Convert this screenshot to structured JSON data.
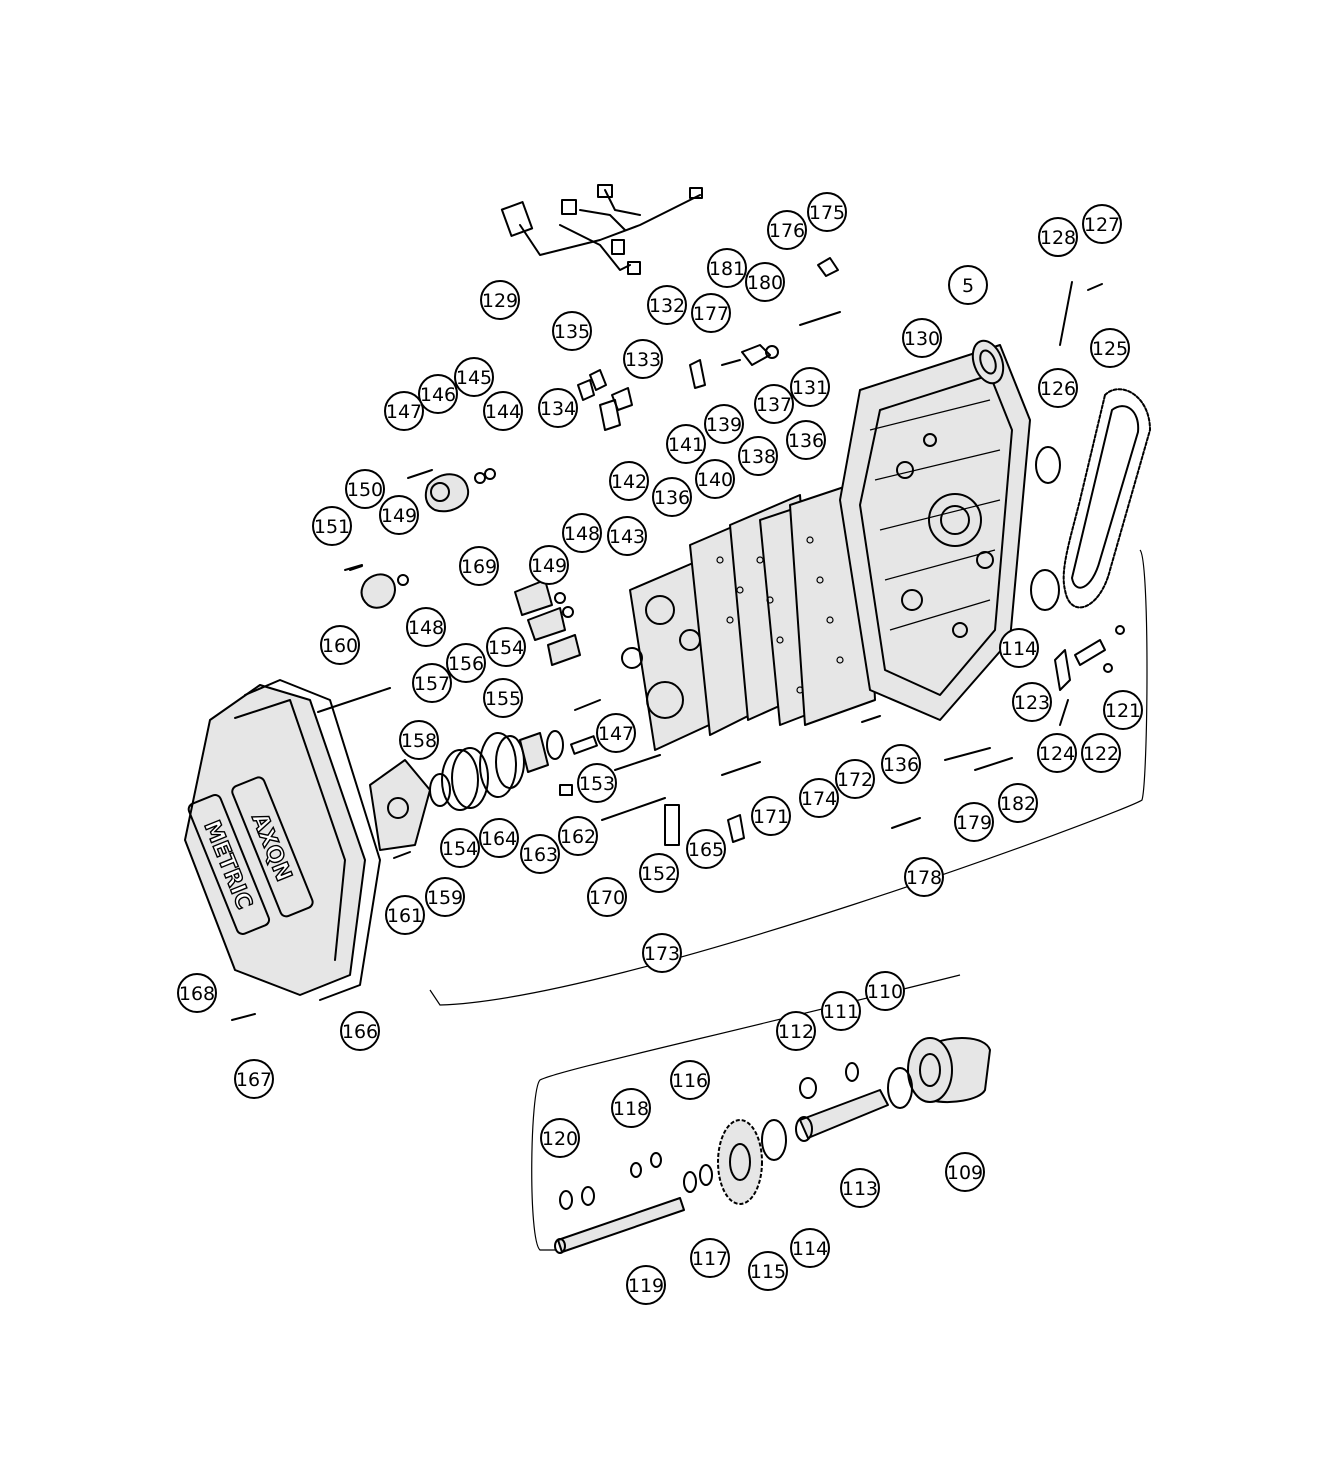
{
  "callouts": [
    {
      "label": "129"
    },
    {
      "label": "175"
    },
    {
      "label": "176"
    },
    {
      "label": "128"
    },
    {
      "label": "127"
    },
    {
      "label": "181"
    },
    {
      "label": "180"
    },
    {
      "label": "5"
    },
    {
      "label": "130"
    },
    {
      "label": "125"
    },
    {
      "label": "132"
    },
    {
      "label": "177"
    },
    {
      "label": "135"
    },
    {
      "label": "133"
    },
    {
      "label": "131"
    },
    {
      "label": "126"
    },
    {
      "label": "134"
    },
    {
      "label": "137"
    },
    {
      "label": "145"
    },
    {
      "label": "146"
    },
    {
      "label": "147"
    },
    {
      "label": "144"
    },
    {
      "label": "139"
    },
    {
      "label": "141"
    },
    {
      "label": "136"
    },
    {
      "label": "138"
    },
    {
      "label": "140"
    },
    {
      "label": "142"
    },
    {
      "label": "136"
    },
    {
      "label": "150"
    },
    {
      "label": "151"
    },
    {
      "label": "149"
    },
    {
      "label": "148"
    },
    {
      "label": "143"
    },
    {
      "label": "169"
    },
    {
      "label": "149"
    },
    {
      "label": "148"
    },
    {
      "label": "160"
    },
    {
      "label": "154"
    },
    {
      "label": "156"
    },
    {
      "label": "157"
    },
    {
      "label": "155"
    },
    {
      "label": "158"
    },
    {
      "label": "147"
    },
    {
      "label": "153"
    },
    {
      "label": "114"
    },
    {
      "label": "123"
    },
    {
      "label": "121"
    },
    {
      "label": "124"
    },
    {
      "label": "122"
    },
    {
      "label": "136"
    },
    {
      "label": "172"
    },
    {
      "label": "174"
    },
    {
      "label": "171"
    },
    {
      "label": "179"
    },
    {
      "label": "182"
    },
    {
      "label": "164"
    },
    {
      "label": "162"
    },
    {
      "label": "154"
    },
    {
      "label": "163"
    },
    {
      "label": "165"
    },
    {
      "label": "152"
    },
    {
      "label": "178"
    },
    {
      "label": "161"
    },
    {
      "label": "159"
    },
    {
      "label": "170"
    },
    {
      "label": "173"
    },
    {
      "label": "168"
    },
    {
      "label": "166"
    },
    {
      "label": "167"
    },
    {
      "label": "110"
    },
    {
      "label": "111"
    },
    {
      "label": "112"
    },
    {
      "label": "116"
    },
    {
      "label": "118"
    },
    {
      "label": "120"
    },
    {
      "label": "113"
    },
    {
      "label": "109"
    },
    {
      "label": "117"
    },
    {
      "label": "114"
    },
    {
      "label": "115"
    },
    {
      "label": "119"
    }
  ],
  "pan_logo": {
    "line1": "AXQN",
    "line2": "METRIC"
  }
}
